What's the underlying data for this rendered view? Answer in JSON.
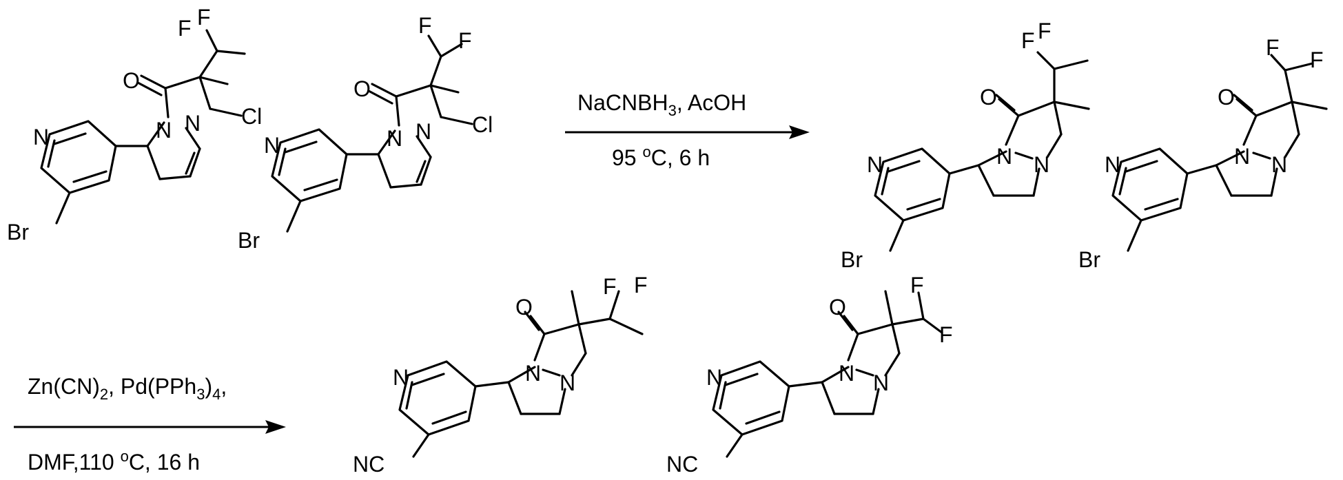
{
  "reactions": [
    {
      "reagents": "NaCNBH",
      "reagents_sub": "3",
      "reagents_tail": ", AcOH",
      "conditions": "95 ",
      "conditions_sup": "o",
      "conditions_tail": "C, 6 h"
    },
    {
      "reagents": "Zn(CN)",
      "reagents_sub": "2",
      "reagents_mid": ", Pd(PPh",
      "reagents_sub2": "3",
      "reagents_tail": ")",
      "reagents_sub3": "4",
      "reagents_end": ",",
      "conditions": "DMF,110 ",
      "conditions_sup": "o",
      "conditions_tail": "C, 16 h"
    }
  ],
  "atoms": {
    "F": "F",
    "O": "O",
    "N": "N",
    "Cl": "Cl",
    "Br": "Br",
    "NC": "NC"
  }
}
